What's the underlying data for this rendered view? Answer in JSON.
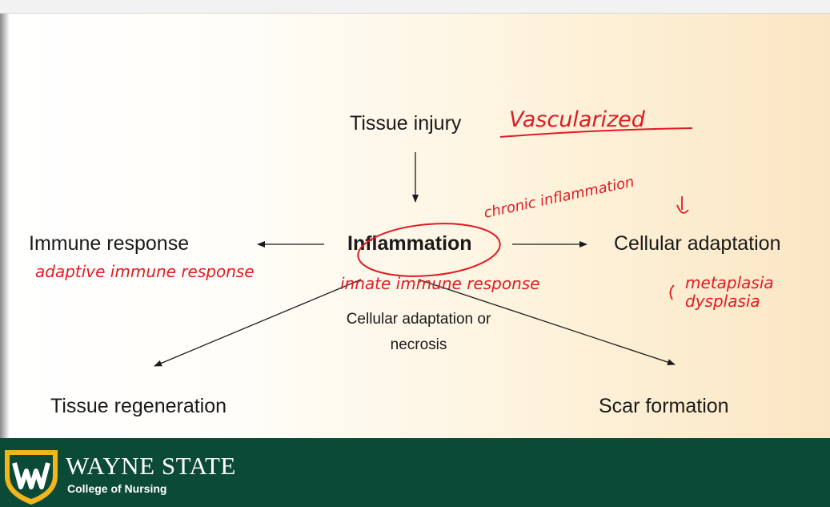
{
  "diagram": {
    "tissue_injury": "Tissue injury",
    "immune_response": "Immune response",
    "inflammation": "Inflammation",
    "cellular_adaptation": "Cellular adaptation",
    "center_note_line1": "Cellular adaptation or",
    "center_note_line2": "necrosis",
    "tissue_regeneration": "Tissue regeneration",
    "scar_formation": "Scar formation"
  },
  "annotations": {
    "vascularized": "Vascularized",
    "chronic": "chronic inflammation",
    "adaptive": "adaptive immune response",
    "innate": "innate immune response",
    "metaplasia": "metaplasia",
    "dysplasia": "dysplasia"
  },
  "footer": {
    "brand": "WAYNE STATE",
    "college": "College of Nursing"
  },
  "colors": {
    "footer_bg": "#0b4a37",
    "ink_red": "#e01b24",
    "logo_gold": "#f2b51c"
  }
}
